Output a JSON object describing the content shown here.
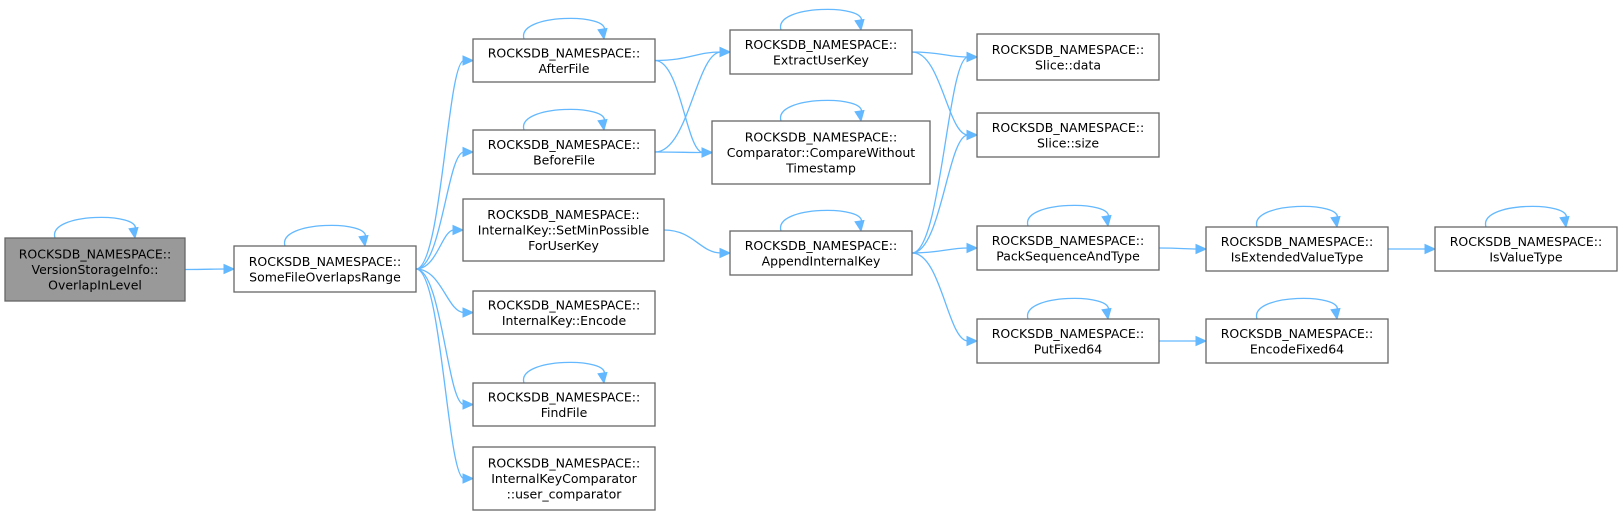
{
  "nodes": [
    {
      "id": "overlap",
      "lines": [
        "ROCKSDB_NAMESPACE::",
        "VersionStorageInfo::",
        "OverlapInLevel"
      ],
      "root": true,
      "self_loop": true
    },
    {
      "id": "somefile",
      "lines": [
        "ROCKSDB_NAMESPACE::",
        "SomeFileOverlapsRange"
      ],
      "self_loop": true
    },
    {
      "id": "afterfile",
      "lines": [
        "ROCKSDB_NAMESPACE::",
        "AfterFile"
      ],
      "self_loop": true
    },
    {
      "id": "beforefile",
      "lines": [
        "ROCKSDB_NAMESPACE::",
        "BeforeFile"
      ],
      "self_loop": true
    },
    {
      "id": "setmin",
      "lines": [
        "ROCKSDB_NAMESPACE::",
        "InternalKey::SetMinPossible",
        "ForUserKey"
      ],
      "self_loop": false
    },
    {
      "id": "encode",
      "lines": [
        "ROCKSDB_NAMESPACE::",
        "InternalKey::Encode"
      ],
      "self_loop": false
    },
    {
      "id": "findfile",
      "lines": [
        "ROCKSDB_NAMESPACE::",
        "FindFile"
      ],
      "self_loop": true
    },
    {
      "id": "usercomp",
      "lines": [
        "ROCKSDB_NAMESPACE::",
        "InternalKeyComparator",
        "::user_comparator"
      ],
      "self_loop": false
    },
    {
      "id": "extract",
      "lines": [
        "ROCKSDB_NAMESPACE::",
        "ExtractUserKey"
      ],
      "self_loop": true
    },
    {
      "id": "compare",
      "lines": [
        "ROCKSDB_NAMESPACE::",
        "Comparator::CompareWithout",
        "Timestamp"
      ],
      "self_loop": true
    },
    {
      "id": "append",
      "lines": [
        "ROCKSDB_NAMESPACE::",
        "AppendInternalKey"
      ],
      "self_loop": true
    },
    {
      "id": "slicedata",
      "lines": [
        "ROCKSDB_NAMESPACE::",
        "Slice::data"
      ],
      "self_loop": false
    },
    {
      "id": "slicesize",
      "lines": [
        "ROCKSDB_NAMESPACE::",
        "Slice::size"
      ],
      "self_loop": false
    },
    {
      "id": "pack",
      "lines": [
        "ROCKSDB_NAMESPACE::",
        "PackSequenceAndType"
      ],
      "self_loop": true
    },
    {
      "id": "putfixed",
      "lines": [
        "ROCKSDB_NAMESPACE::",
        "PutFixed64"
      ],
      "self_loop": true
    },
    {
      "id": "isext",
      "lines": [
        "ROCKSDB_NAMESPACE::",
        "IsExtendedValueType"
      ],
      "self_loop": true
    },
    {
      "id": "encfixed",
      "lines": [
        "ROCKSDB_NAMESPACE::",
        "EncodeFixed64"
      ],
      "self_loop": true
    },
    {
      "id": "isvalue",
      "lines": [
        "ROCKSDB_NAMESPACE::",
        "IsValueType"
      ],
      "self_loop": true
    }
  ],
  "edges": [
    [
      "overlap",
      "somefile"
    ],
    [
      "somefile",
      "afterfile"
    ],
    [
      "somefile",
      "beforefile"
    ],
    [
      "somefile",
      "setmin"
    ],
    [
      "somefile",
      "encode"
    ],
    [
      "somefile",
      "findfile"
    ],
    [
      "somefile",
      "usercomp"
    ],
    [
      "afterfile",
      "extract"
    ],
    [
      "afterfile",
      "compare"
    ],
    [
      "beforefile",
      "extract"
    ],
    [
      "beforefile",
      "compare"
    ],
    [
      "setmin",
      "append"
    ],
    [
      "extract",
      "slicedata"
    ],
    [
      "extract",
      "slicesize"
    ],
    [
      "append",
      "slicedata"
    ],
    [
      "append",
      "slicesize"
    ],
    [
      "append",
      "pack"
    ],
    [
      "append",
      "putfixed"
    ],
    [
      "pack",
      "isext"
    ],
    [
      "isext",
      "isvalue"
    ],
    [
      "putfixed",
      "encfixed"
    ]
  ],
  "colors": {
    "edge": "#63b8ff",
    "node_border": "#666666",
    "root_fill": "#999999",
    "node_fill": "#ffffff"
  }
}
